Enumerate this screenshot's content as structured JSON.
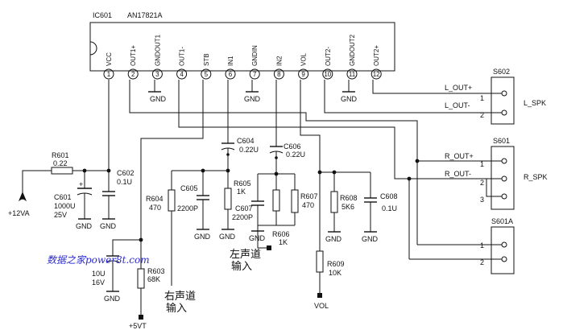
{
  "ic": {
    "ref": "IC601",
    "part": "AN17821A",
    "pins": [
      {
        "num": "1",
        "name": "VCC"
      },
      {
        "num": "2",
        "name": "OUT1+"
      },
      {
        "num": "3",
        "name": "GNDOUT1"
      },
      {
        "num": "4",
        "name": "OUT1-"
      },
      {
        "num": "5",
        "name": "STB"
      },
      {
        "num": "6",
        "name": "IN1"
      },
      {
        "num": "7",
        "name": "GNDIN"
      },
      {
        "num": "8",
        "name": "IN2"
      },
      {
        "num": "9",
        "name": "VOL"
      },
      {
        "num": "10",
        "name": "OUT2-"
      },
      {
        "num": "11",
        "name": "GNDOUT2"
      },
      {
        "num": "12",
        "name": "OUT2+"
      }
    ]
  },
  "connectors": {
    "s602": {
      "ref": "S602",
      "label": "L_SPK",
      "net1": "L_OUT+",
      "net2": "L_OUT-",
      "p1": "1",
      "p2": "2"
    },
    "s601": {
      "ref": "S601",
      "label": "R_SPK",
      "net1": "R_OUT+",
      "net2": "R_OUT-",
      "p1": "1",
      "p2": "2",
      "p3": "3"
    },
    "s601a": {
      "ref": "S601A",
      "p1": "1",
      "p2": "2"
    }
  },
  "parts": {
    "r601_ref": "R601",
    "r601_val": "0.22",
    "c601_ref": "C601",
    "c601_val": "1000U",
    "c601_v": "25V",
    "c602_ref": "C602",
    "c602_val": "0.1U",
    "c604_ref": "C604",
    "c604_val": "0.22U",
    "c606_ref": "C606",
    "c606_val": "0.22U",
    "r604_ref": "R604",
    "r604_val": "470",
    "c605_ref": "C605",
    "c605_val": "2200P",
    "r605_ref": "R605",
    "r605_val": "1K",
    "c607_ref": "C607",
    "c607_val": "2200P",
    "r606_ref": "R606",
    "r606_val": "1K",
    "r607_ref": "R607",
    "r607_val": "470",
    "r608_ref": "R608",
    "r608_val": "5K6",
    "c608_ref": "C608",
    "c608_val": "0.1U",
    "r609_ref": "R609",
    "r609_val": "10K",
    "r603_ref": "R603",
    "r603_val": "68K",
    "c603_val": "10U",
    "c603_v": "16V"
  },
  "labels": {
    "gnd": "GND",
    "vin": "+12VA",
    "stb": "+5VT",
    "vol": "VOL",
    "left_in_1": "左声道",
    "left_in_2": "输入",
    "right_in_1": "右声道",
    "right_in_2": "输入",
    "watermark": "数据之家power8t.com"
  }
}
